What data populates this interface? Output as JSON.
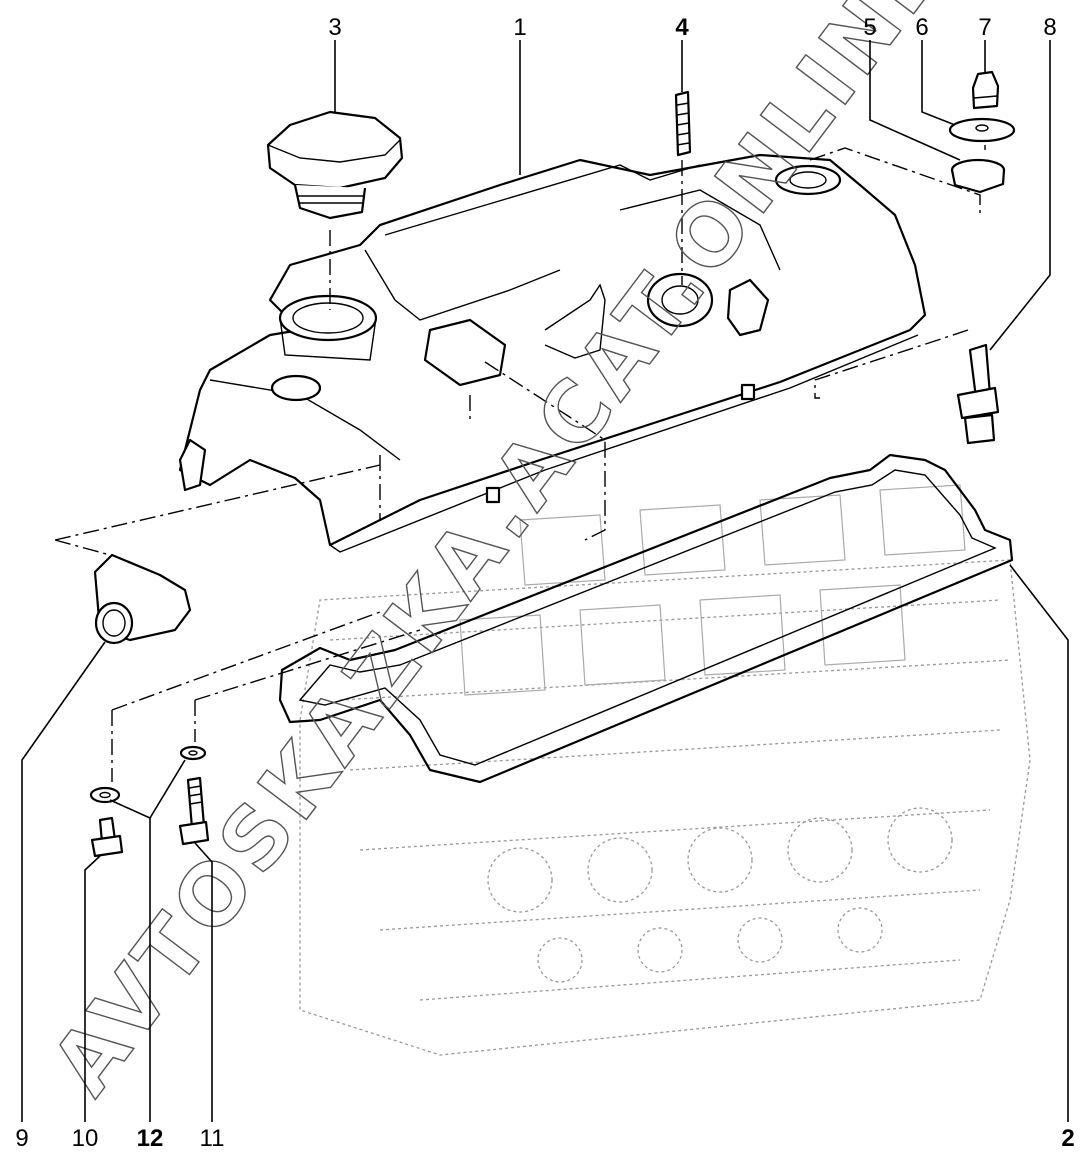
{
  "diagram": {
    "callouts": [
      {
        "id": "1",
        "label": "1"
      },
      {
        "id": "2",
        "label": "2"
      },
      {
        "id": "3",
        "label": "3"
      },
      {
        "id": "4",
        "label": "4"
      },
      {
        "id": "5",
        "label": "5"
      },
      {
        "id": "6",
        "label": "6"
      },
      {
        "id": "7",
        "label": "7"
      },
      {
        "id": "8",
        "label": "8"
      },
      {
        "id": "9",
        "label": "9"
      },
      {
        "id": "10",
        "label": "10"
      },
      {
        "id": "11",
        "label": "11"
      },
      {
        "id": "12",
        "label": "12"
      }
    ],
    "watermark": "AVTOSKAZKA.ACAT.ONLINE"
  }
}
